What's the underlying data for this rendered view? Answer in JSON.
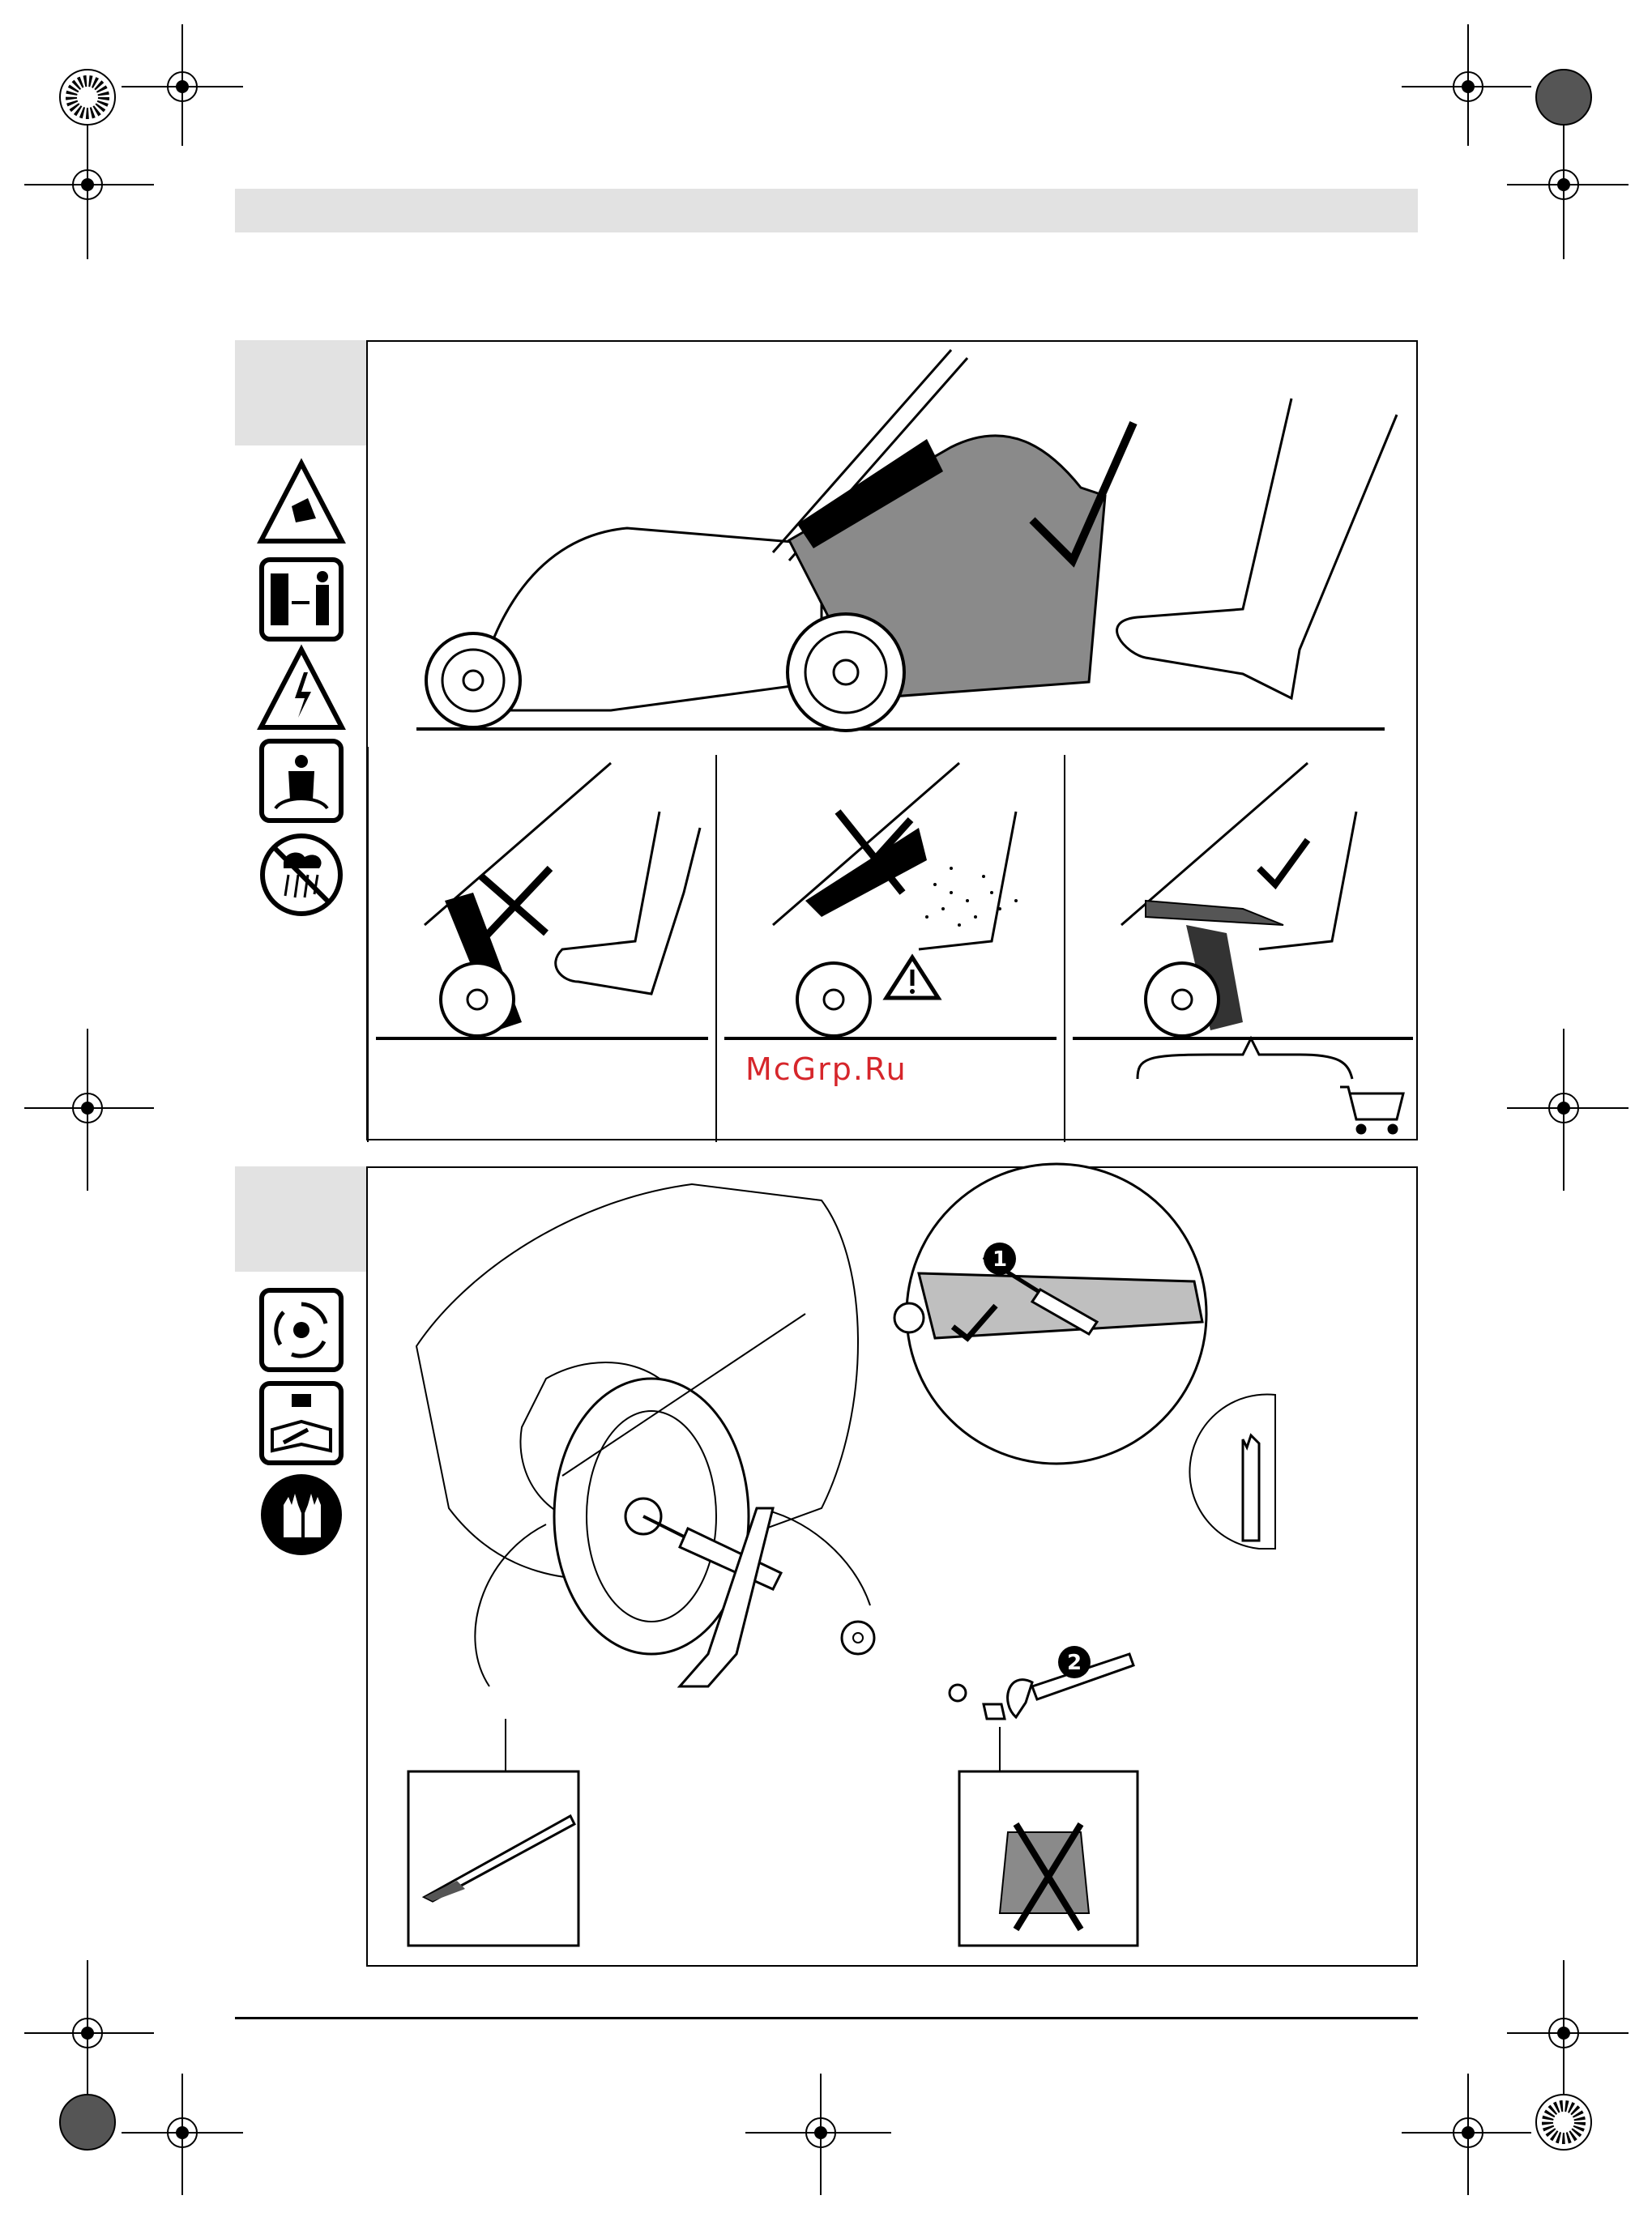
{
  "watermark": "McGrp.Ru",
  "callouts": {
    "step_1": "1",
    "step_2": "2"
  },
  "colors": {
    "header_bar": "#e2e2e2",
    "watermark": "#d6262b",
    "bag_grey": "#8a8a8a"
  },
  "icons": {
    "top_panel": [
      "warning-thrown-objects-icon",
      "keep-distance-icon",
      "electric-shock-warning-icon",
      "read-manual-icon",
      "no-rain-icon"
    ],
    "bottom_panel": [
      "rotating-blade-icon",
      "disconnect-plug-icon",
      "wear-gloves-icon"
    ]
  }
}
